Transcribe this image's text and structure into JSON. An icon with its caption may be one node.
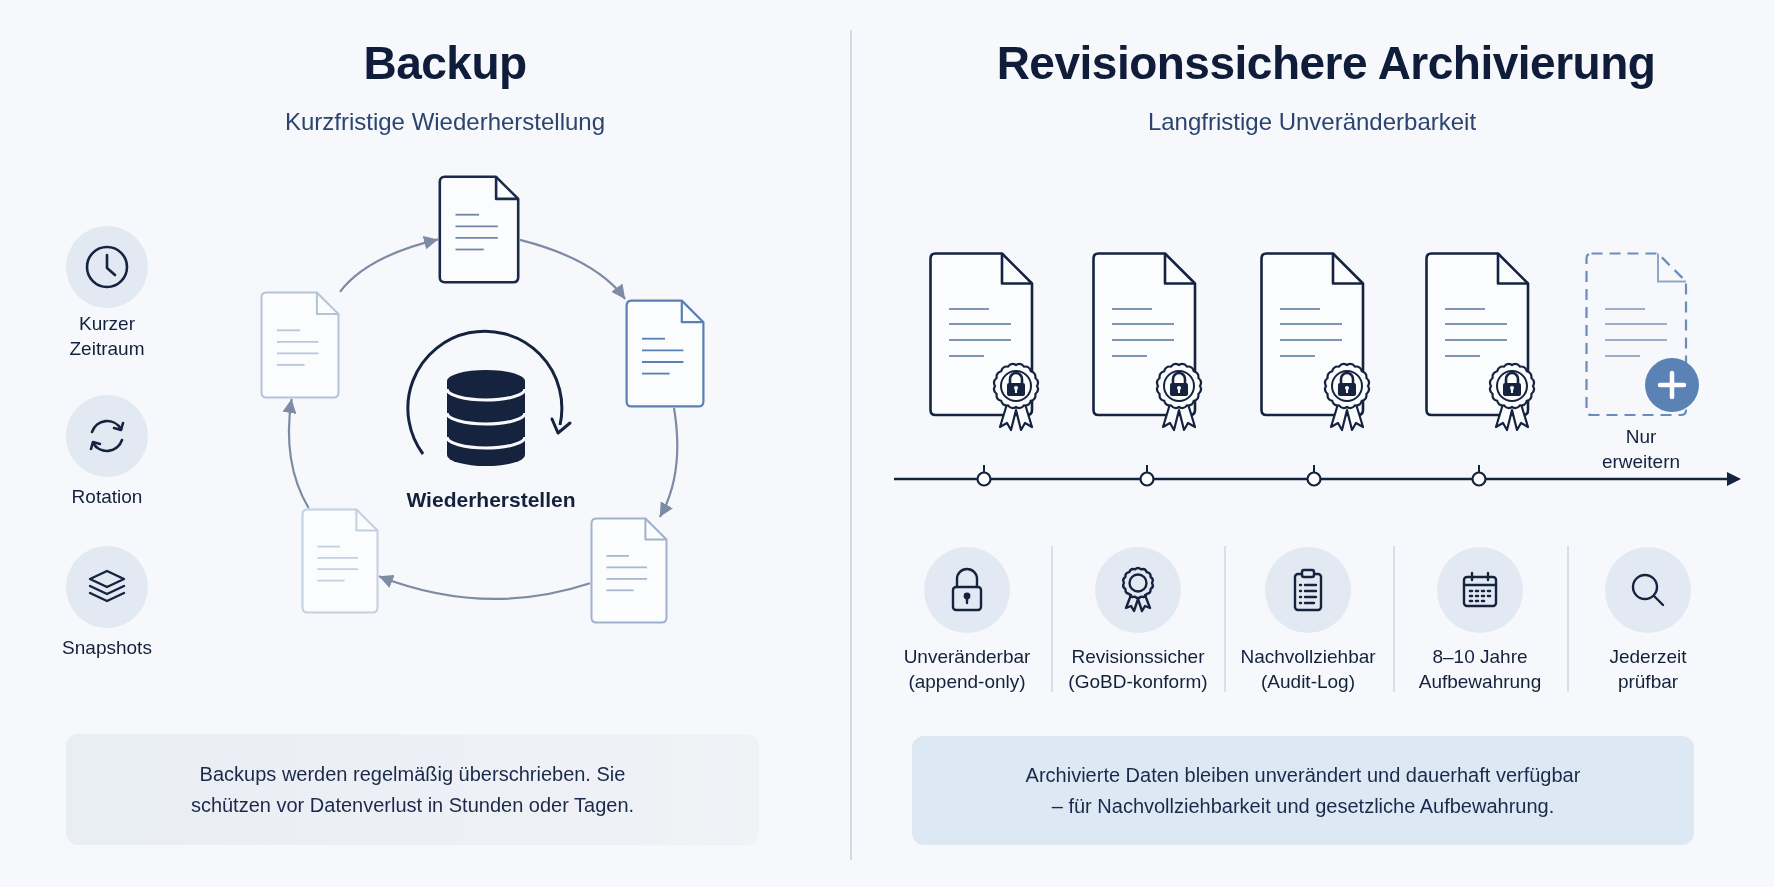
{
  "diagram": {
    "nodes": [
      {
        "text": [],
        "shape": "document"
      },
      {
        "text": [],
        "shape": "document"
      },
      {
        "text": [],
        "shape": "document"
      },
      {
        "text": [],
        "shape": "document"
      },
      {
        "text": [],
        "shape": "document"
      },
      {
        "text": [
          "Backups werden regelmäßig überschrieben. Sie schützen vor Datenverlust in Stunden oder Tagen."
        ]
      },
      {
        "text": [
          "Archivierte Daten bleiben unverändert und dauerhaft verfügbar – für Nachvollziehbarkeit und gesetzliche Aufbewahrung."
        ]
      }
    ],
    "edges": [
      {
        "from": 0,
        "to": 1,
        "arrow": "to"
      },
      {
        "from": 1,
        "to": 2,
        "arrow": "to"
      },
      {
        "from": 2,
        "to": 3,
        "arrow": "to"
      },
      {
        "from": 3,
        "to": 4,
        "arrow": "to"
      },
      {
        "from": 4,
        "to": 0,
        "arrow": "to"
      }
    ],
    "labels": [
      "Backup",
      "Kurzfristige Wiederherstellung",
      "Kurzer Zeitraum",
      "Rotation",
      "Snapshots",
      "Wiederherstellen",
      "Revisionssichere Archivierung",
      "Langfristige Unveränderbarkeit",
      "Nur erweitern",
      "Unveränderbar (append-only)",
      "Revisionssicher (GoBD-konform)",
      "Nachvollziehbar (Audit-Log)",
      "8–10 Jahre Aufbewahrung",
      "Jederzeit prüfbar"
    ]
  }
}
